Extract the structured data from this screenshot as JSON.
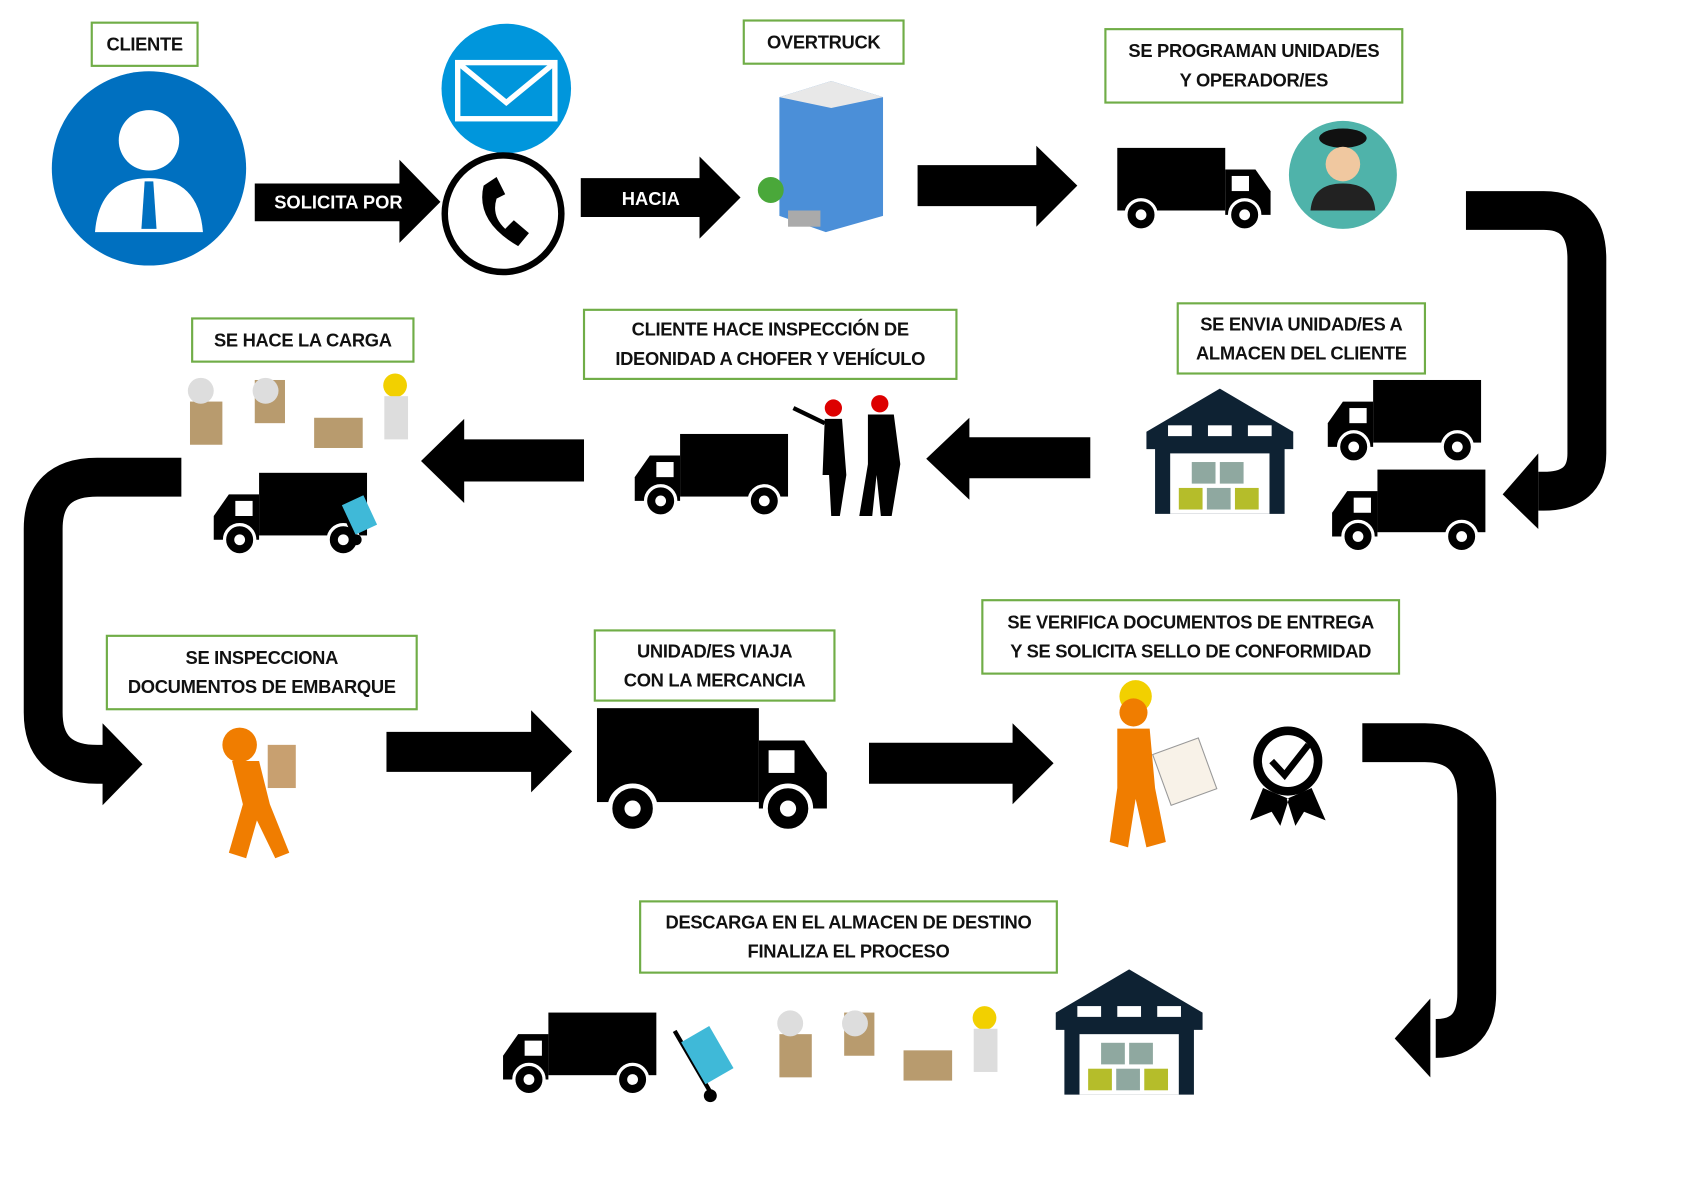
{
  "steps": {
    "cliente": "CLIENTE",
    "solicita": "SOLICITA POR",
    "hacia": "HACIA",
    "overtruck": "OVERTRUCK",
    "programan": [
      "SE PROGRAMAN UNIDAD/ES",
      "Y OPERADOR/ES"
    ],
    "envia": [
      "SE ENVIA UNIDAD/ES A",
      "ALMACEN DEL CLIENTE"
    ],
    "inspeccion": [
      "CLIENTE HACE INSPECCIÓN DE",
      "IDEONIDAD A CHOFER Y VEHÍCULO"
    ],
    "carga": "SE HACE LA CARGA",
    "documentos": [
      "SE INSPECCIONA",
      "DOCUMENTOS DE EMBARQUE"
    ],
    "viaja": [
      "UNIDAD/ES VIAJA",
      "CON LA MERCANCIA"
    ],
    "verifica": [
      "SE VERIFICA DOCUMENTOS DE ENTREGA",
      "Y SE SOLICITA SELLO DE CONFORMIDAD"
    ],
    "descarga": [
      "DESCARGA EN EL ALMACEN DE DESTINO",
      "FINALIZA EL PROCESO"
    ]
  },
  "colors": {
    "label_border": "#70ad47",
    "client_blue": "#0070c0",
    "mail_blue": "#0096dc",
    "arrow": "#000000",
    "worker_orange": "#f07d00",
    "warehouse": "#0e2233",
    "teal": "#4fb3aa"
  }
}
